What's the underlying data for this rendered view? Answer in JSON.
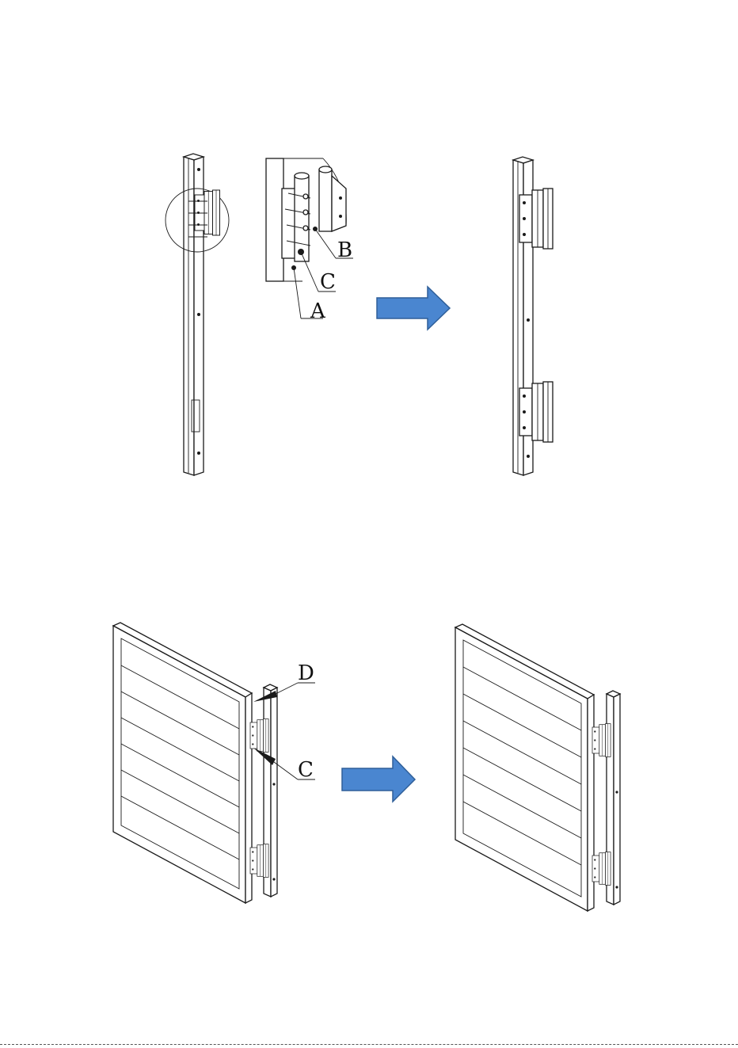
{
  "labels": {
    "a": "A",
    "b": "B",
    "c_detail": "C",
    "d": "D",
    "c_lower": "C"
  },
  "colors": {
    "arrow_fill": "#4a86d0",
    "arrow_stroke": "#2f5f99",
    "line": "#1a1a1a"
  }
}
